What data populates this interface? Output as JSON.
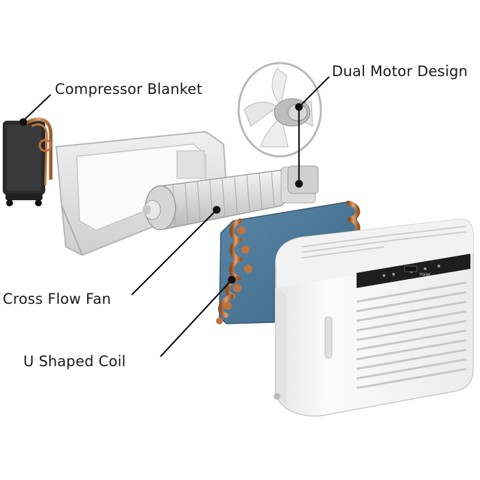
{
  "callouts": {
    "dual_motor": "Dual Motor Design",
    "compressor_blanket": "Compressor Blanket",
    "cross_flow_fan": "Cross Flow Fan",
    "u_shaped_coil": "U Shaped Coil"
  },
  "brand_mark": "Haier",
  "colors": {
    "leader_line": "#111111",
    "coil_blue": "#4a7596",
    "copper": "#c0743c",
    "blanket": "#2b2b2b",
    "housing": "#e8e8e8",
    "unit_white": "#f7f7f7",
    "control_panel": "#1e1e1e"
  }
}
